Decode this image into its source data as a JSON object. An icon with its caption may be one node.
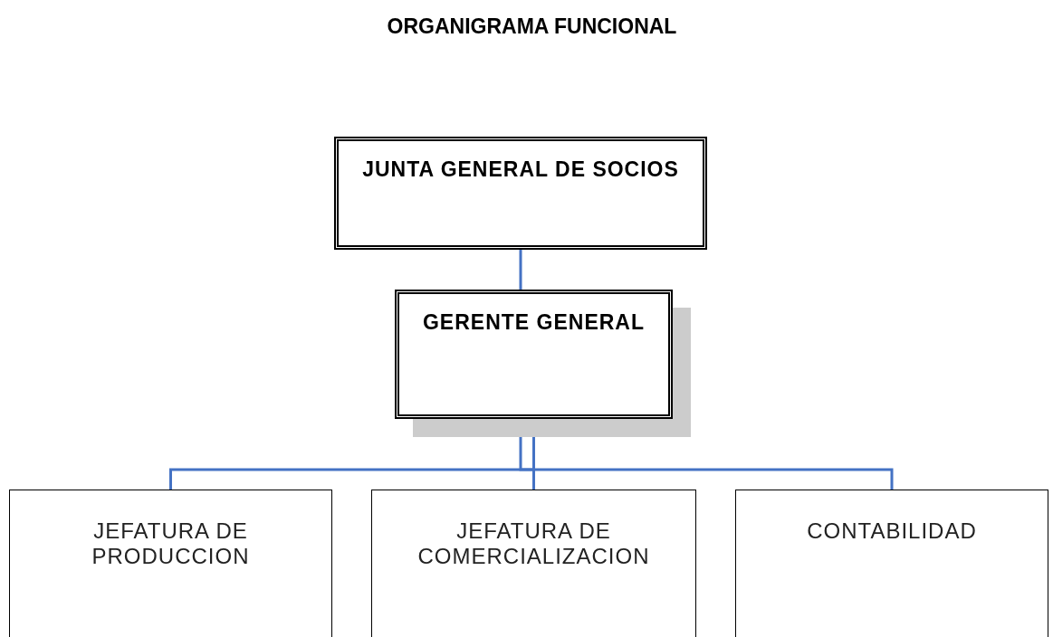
{
  "diagram": {
    "title": "ORGANIGRAMA FUNCIONAL",
    "nodes": [
      {
        "text": [
          "JUNTA GENERAL DE SOCIOS"
        ]
      },
      {
        "text": [
          "GERENTE GENERAL"
        ]
      },
      {
        "text": [
          "JEFATURA DE PRODUCCION"
        ]
      },
      {
        "text": [
          "JEFATURA DE COMERCIALIZACION"
        ]
      },
      {
        "text": [
          "CONTABILIDAD"
        ]
      }
    ],
    "edges": [
      {
        "from": 0,
        "to": 1,
        "arrow": "none"
      },
      {
        "from": 1,
        "to": 2,
        "arrow": "none"
      },
      {
        "from": 1,
        "to": 3,
        "arrow": "none"
      },
      {
        "from": 1,
        "to": 4,
        "arrow": "none"
      }
    ]
  }
}
